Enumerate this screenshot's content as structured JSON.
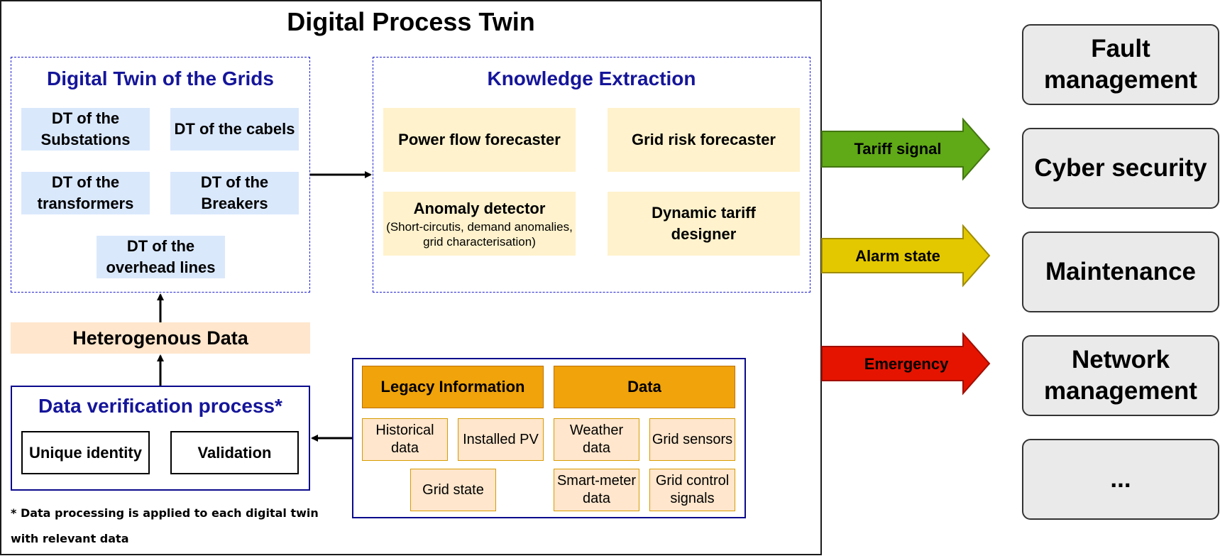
{
  "title": "Digital Process Twin",
  "grids": {
    "title": "Digital Twin of the Grids",
    "items": [
      "DT of the Substations",
      "DT of the cabels",
      "DT of the transformers",
      "DT of the Breakers",
      "DT of the overhead lines"
    ]
  },
  "knowledge": {
    "title": "Knowledge Extraction",
    "power_flow": "Power flow forecaster",
    "grid_risk": "Grid risk forecaster",
    "anomaly": "Anomaly detector",
    "anomaly_sub": "(Short-circutis, demand anomalies, grid characterisation)",
    "tariff_designer": "Dynamic tariff designer"
  },
  "heterogenous": "Heterogenous Data",
  "verification": {
    "title": "Data verification process*",
    "unique_identity": "Unique identity",
    "validation": "Validation"
  },
  "footnote": "* Data processing is applied to each digital twin with relevant data",
  "sources": {
    "legacy_title": "Legacy Information",
    "data_title": "Data",
    "historical": "Historical data",
    "installed_pv": "Installed PV",
    "grid_state": "Grid state",
    "weather": "Weather data",
    "grid_sensors": "Grid sensors",
    "smart_meter": "Smart-meter data",
    "control_signals": "Grid control signals"
  },
  "signals": [
    {
      "label": "Tariff signal",
      "color": "#60a917"
    },
    {
      "label": "Alarm state",
      "color": "#e3c800"
    },
    {
      "label": "Emergency",
      "color": "#e51400"
    }
  ],
  "applications": [
    "Fault management",
    "Cyber security",
    "Maintenance",
    "Network management",
    "..."
  ]
}
